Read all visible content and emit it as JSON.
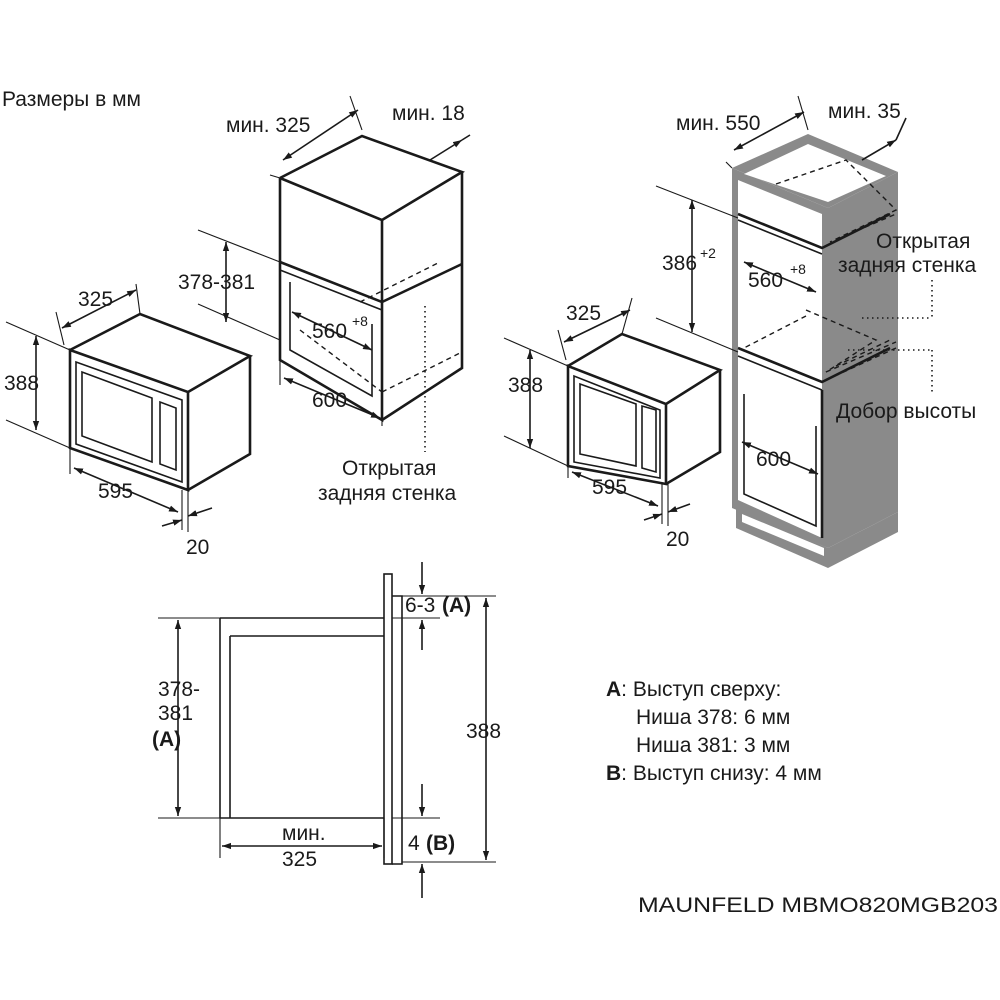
{
  "header": {
    "units_note": "Размеры в мм"
  },
  "left_install": {
    "min_depth": "мин. 325",
    "min_top": "мин. 18",
    "niche_height": "378-381",
    "niche_width_main": "560",
    "niche_width_sup": "+8",
    "cabinet_width": "600",
    "open_back_line1": "Открытая",
    "open_back_line2": "задняя стенка",
    "oven_depth": "325",
    "oven_height": "388",
    "oven_width": "595",
    "front_thickness": "20"
  },
  "right_install": {
    "min_depth": "мин. 550",
    "min_top": "мин. 35",
    "niche_height_main": "386",
    "niche_height_sup": "+2",
    "niche_width_main": "560",
    "niche_width_sup": "+8",
    "open_back_line1": "Открытая",
    "open_back_line2": "задняя стенка",
    "height_filler": "Добор высоты",
    "cabinet_width": "600",
    "oven_depth": "325",
    "oven_height": "388",
    "oven_width": "595",
    "front_thickness": "20"
  },
  "side_view": {
    "top_offset": "6-3",
    "top_offset_ref": "(A)",
    "niche_height_line1": "378-",
    "niche_height_line2": "381",
    "niche_height_ref": "(A)",
    "total_height": "388",
    "min_depth_line1": "мин.",
    "min_depth_line2": "325",
    "bottom_offset": "4",
    "bottom_offset_ref": "(B)"
  },
  "legend": {
    "a_key": "A",
    "a_text": ": Выступ сверху:",
    "a_line2": "Ниша 378: 6 мм",
    "a_line3": "Ниша 381: 3 мм",
    "b_key": "B",
    "b_text": ": Выступ снизу: 4 мм"
  },
  "footer": {
    "model": "MAUNFELD MBMO820MGB203"
  }
}
